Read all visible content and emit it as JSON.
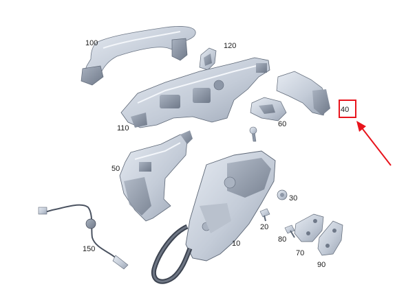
{
  "parts": [
    {
      "id": "part-100",
      "number": "100"
    },
    {
      "id": "part-120",
      "number": "120"
    },
    {
      "id": "part-110",
      "number": "110"
    },
    {
      "id": "part-60",
      "number": "60"
    },
    {
      "id": "part-40",
      "number": "40"
    },
    {
      "id": "part-50",
      "number": "50"
    },
    {
      "id": "part-30",
      "number": "30"
    },
    {
      "id": "part-20",
      "number": "20"
    },
    {
      "id": "part-10",
      "number": "10"
    },
    {
      "id": "part-150",
      "number": "150"
    },
    {
      "id": "part-80",
      "number": "80"
    },
    {
      "id": "part-70",
      "number": "70"
    },
    {
      "id": "part-90",
      "number": "90"
    }
  ],
  "highlight": {
    "part": "40",
    "color": "#e8141c"
  },
  "colors": {
    "part_fill": "#c9d0dc",
    "part_light": "#e3e8f0",
    "part_dark": "#8d97a7",
    "outline": "#5b6574"
  }
}
